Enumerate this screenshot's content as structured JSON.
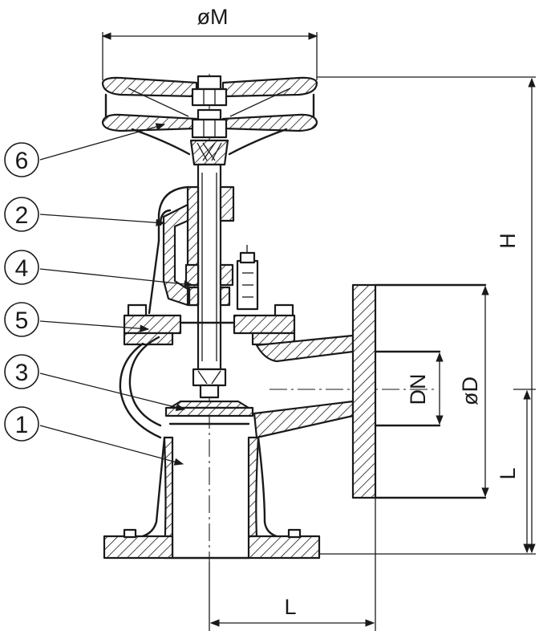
{
  "dimensions": {
    "handwheel_diameter": "øM",
    "height": "H",
    "nominal_diameter": "DN",
    "flange_diameter": "øD",
    "side_length": "L",
    "bottom_length": "L"
  },
  "callouts": [
    "6",
    "2",
    "4",
    "5",
    "3",
    "1"
  ],
  "colors": {
    "line": "#1a1a1a",
    "background": "#ffffff"
  }
}
